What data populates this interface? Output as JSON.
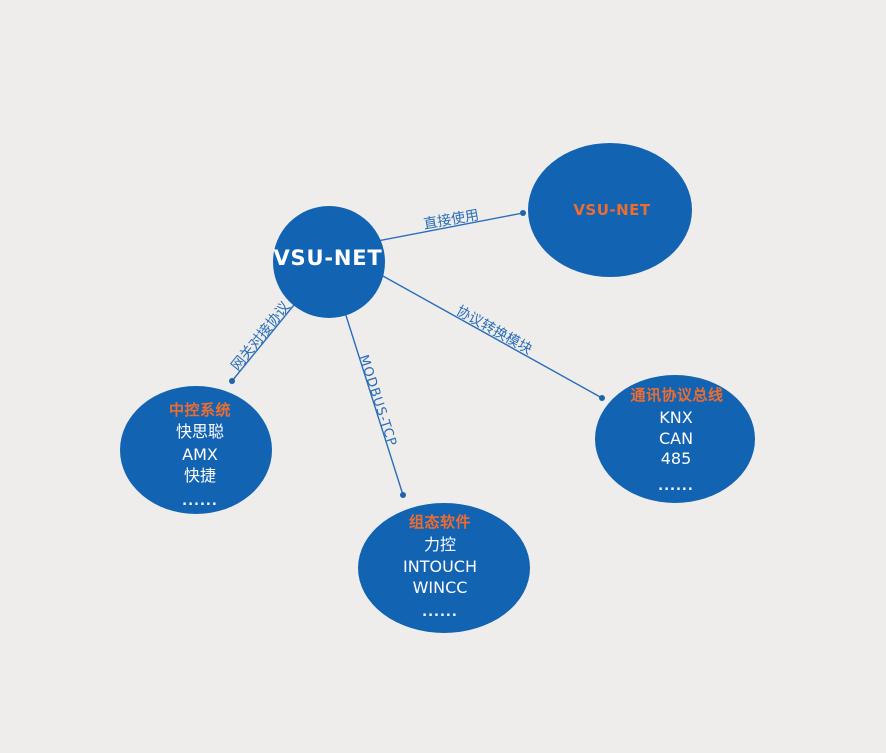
{
  "colors": {
    "background": "#eeedec",
    "node_blue": "#1263b2",
    "edge_blue": "#2a6db8",
    "accent_orange": "#ed6c30",
    "item_white": "#ffffff"
  },
  "center_node": {
    "label": "VSU-NET"
  },
  "nodes": {
    "vsu_cloud": {
      "title": "VSU-NET"
    },
    "central_control": {
      "title": "中控系统",
      "items": [
        "快思聪",
        "AMX",
        "快捷",
        "......"
      ]
    },
    "scada": {
      "title": "组态软件",
      "items": [
        "力控",
        "INTOUCH",
        "WINCC",
        "......"
      ]
    },
    "protocol_bus": {
      "title": "通讯协议总线",
      "items": [
        "KNX",
        "CAN",
        "485",
        "......"
      ]
    }
  },
  "edges": {
    "direct_use": {
      "label": "直接使用"
    },
    "gateway_protocol": {
      "label": "网关对接协议"
    },
    "modbus_tcp": {
      "label": "MODBUS-TCP"
    },
    "protocol_converter": {
      "label": "协议转换模块"
    }
  }
}
